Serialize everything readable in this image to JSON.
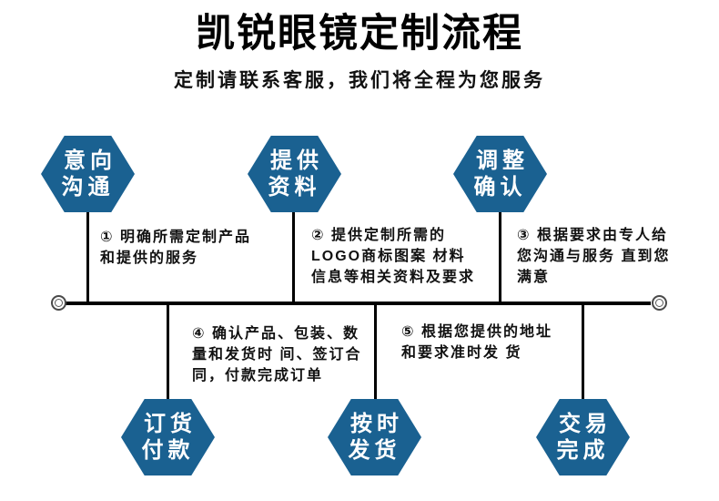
{
  "page": {
    "title": "凯锐眼镜定制流程",
    "subtitle": "定制请联系客服，我们将全程为您服务"
  },
  "colors": {
    "hexagon_blue": "#1a6191",
    "hexagon_text": "#ffffff",
    "line_black": "#000000",
    "background": "#ffffff"
  },
  "flow": {
    "top_steps": [
      {
        "label": "意向\n沟通",
        "note": "① 明确所需定制产品\n和提供的服务"
      },
      {
        "label": "提供\n资料",
        "note": "② 提供定制所需的\nLOGO商标图案 材料\n信息等相关资料及要求"
      },
      {
        "label": "调整\n确认",
        "note": "③ 根据要求由专人给\n您沟通与服务 直到您\n满意"
      }
    ],
    "bottom_steps": [
      {
        "label": "订货\n付款",
        "note": "④ 确认产品、包装、数\n量和发货时 间、签订合\n同，付款完成订单"
      },
      {
        "label": "按时\n发货",
        "note": "⑤ 根据您提供的地址\n和要求准时发 货"
      },
      {
        "label": "交易\n完成",
        "note": ""
      }
    ]
  }
}
